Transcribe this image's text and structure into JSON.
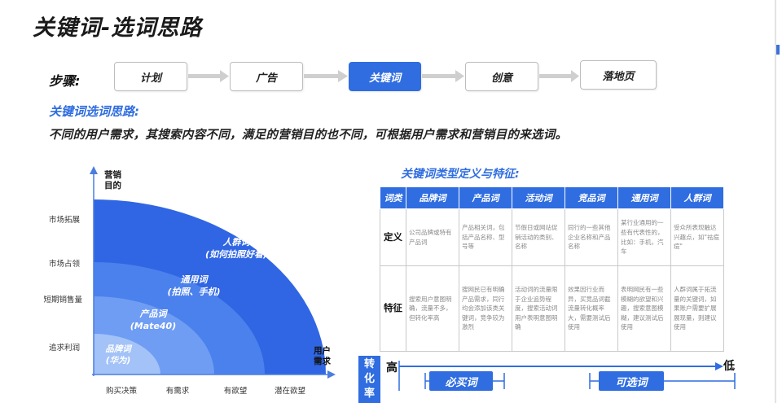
{
  "title": "关键词-选词思路",
  "steps": {
    "label": "步骤:",
    "items": [
      {
        "label": "计划",
        "active": false
      },
      {
        "label": "广告",
        "active": false
      },
      {
        "label": "关键词",
        "active": true
      },
      {
        "label": "创意",
        "active": false
      },
      {
        "label": "落地页",
        "active": false
      }
    ]
  },
  "section": {
    "title": "关键词选词思路:",
    "description": "不同的用户需求，其搜索内容不同，满足的营销目的也不同，可根据用户需求和营销目的来选词。"
  },
  "diagram": {
    "y_axis_title": "营销目的",
    "x_axis_title": "用户需求",
    "y_labels": [
      "市场拓展",
      "市场占领",
      "短期销售量",
      "追求利润"
    ],
    "x_labels": [
      "购买决策",
      "有需求",
      "有欲望",
      "潜在欲望"
    ],
    "layers": [
      {
        "name": "人群词",
        "example": "(如何拍照好看)",
        "color": "#3066e3"
      },
      {
        "name": "通用词",
        "example": "(拍照、手机)",
        "color": "#4b81ec"
      },
      {
        "name": "产品词",
        "example": "(Mate40)",
        "color": "#6e9df3"
      },
      {
        "name": "品牌词",
        "example": "(华为)",
        "color": "#a3c2f8"
      }
    ]
  },
  "table": {
    "title": "关键词类型定义与特征:",
    "headers": [
      "词类",
      "品牌词",
      "产品词",
      "活动词",
      "竞品词",
      "通用词",
      "人群词"
    ],
    "rows": [
      {
        "label": "定义",
        "cells": [
          "公司品牌或特有产品词",
          "产品相关词，包括产品名称、型号等",
          "节假日或网站促销活动的类别、名称",
          "同行的一些其他企业名称和产品名称",
          "某行业通用的一些有代表性的，比如：手机，汽车",
          "受众所表现触达兴趣点，如\"祛痘痘\""
        ]
      },
      {
        "label": "特征",
        "cells": [
          "搜索用户意图明确，流量不多，但转化率高",
          "搜网民已有明确产品需求，同行均会添加该类关键词，竞争较为激烈",
          "活动词的流量限于企业追势程度，搜索活动词用户表明意图明确",
          "效果因行业而异，买竞品词截流量转化概率大，需要测试后使用",
          "表明网民有一些模糊的欲望和兴趣，搜索意图模糊，建议测试后使用",
          "人群词属于拓流量的关键词，如果账户需要扩展展现量，则建议使用"
        ]
      }
    ]
  },
  "conversion": {
    "label": "转化率",
    "high": "高",
    "low": "低",
    "must_buy": "必买词",
    "optional": "可选词"
  }
}
